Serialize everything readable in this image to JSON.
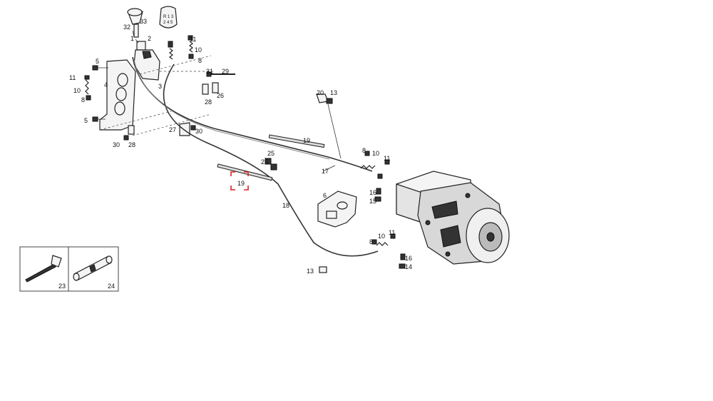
{
  "callouts": {
    "c1": "1",
    "c2": "2",
    "c3": "3",
    "c4": "4",
    "c5a": "5",
    "c5b": "5",
    "c6": "6",
    "c8a": "8",
    "c8b": "8",
    "c8c": "8",
    "c8d": "8",
    "c10a": "10",
    "c10b": "10",
    "c10c": "10",
    "c10d": "10",
    "c11a": "11",
    "c11b": "11",
    "c11c": "11",
    "c11d": "11",
    "c13a": "13",
    "c13b": "13",
    "c14": "14",
    "c15": "15",
    "c16a": "16",
    "c16b": "16",
    "c17": "17",
    "c18": "18",
    "c19a": "19",
    "c19b": "19",
    "c20": "20",
    "c25a": "25",
    "c25b": "25",
    "c26": "26",
    "c27": "27",
    "c28a": "28",
    "c28b": "28",
    "c29": "29",
    "c30a": "30",
    "c30b": "30",
    "c31": "31",
    "c32": "32",
    "c33": "33"
  },
  "inset": {
    "left_label": "23",
    "right_label": "24"
  },
  "highlight_color": "#d22222"
}
